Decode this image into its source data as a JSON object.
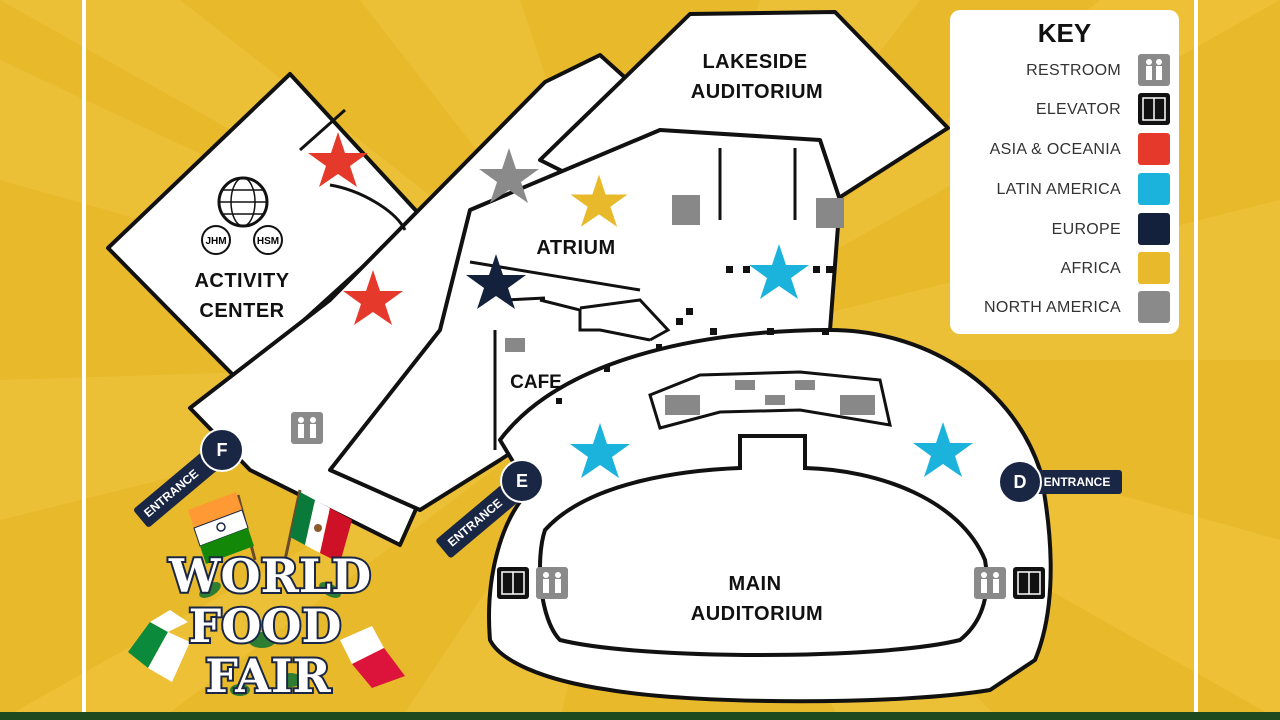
{
  "rooms": {
    "lakeside_line1": "LAKESIDE",
    "lakeside_line2": "AUDITORIUM",
    "atrium": "ATRIUM",
    "activity_line1": "ACTIVITY",
    "activity_line2": "CENTER",
    "cafe": "CAFE",
    "main_line1": "MAIN",
    "main_line2": "AUDITORIUM"
  },
  "activity_logo": {
    "left": "JHM",
    "right": "HSM"
  },
  "entrances": [
    {
      "letter": "F",
      "label": "ENTRANCE"
    },
    {
      "letter": "E",
      "label": "ENTRANCE"
    },
    {
      "letter": "D",
      "label": "ENTRANCE"
    }
  ],
  "key": {
    "title": "KEY",
    "items": [
      {
        "label": "RESTROOM",
        "icon": "restroom-icon",
        "color": "#8a8a8a"
      },
      {
        "label": "ELEVATOR",
        "icon": "elevator-icon",
        "color": "#111111"
      },
      {
        "label": "ASIA & OCEANIA",
        "icon": "red-swatch",
        "color": "#e5392b"
      },
      {
        "label": "LATIN AMERICA",
        "icon": "cyan-swatch",
        "color": "#1bb2dc"
      },
      {
        "label": "EUROPE",
        "icon": "navy-swatch",
        "color": "#14213d"
      },
      {
        "label": "AFRICA",
        "icon": "gold-swatch",
        "color": "#e8b92a"
      },
      {
        "label": "NORTH AMERICA",
        "icon": "gray-swatch",
        "color": "#8a8a8a"
      }
    ]
  },
  "logo": {
    "line1": "WORLD",
    "line2": "FOOD",
    "line3": "FAIR"
  },
  "colors": {
    "background": "#e8b92a",
    "asia": "#e5392b",
    "latin": "#1bb2dc",
    "europe": "#14213d",
    "africa": "#e8b92a",
    "north_america": "#8a8a8a",
    "navy": "#1a2744"
  }
}
